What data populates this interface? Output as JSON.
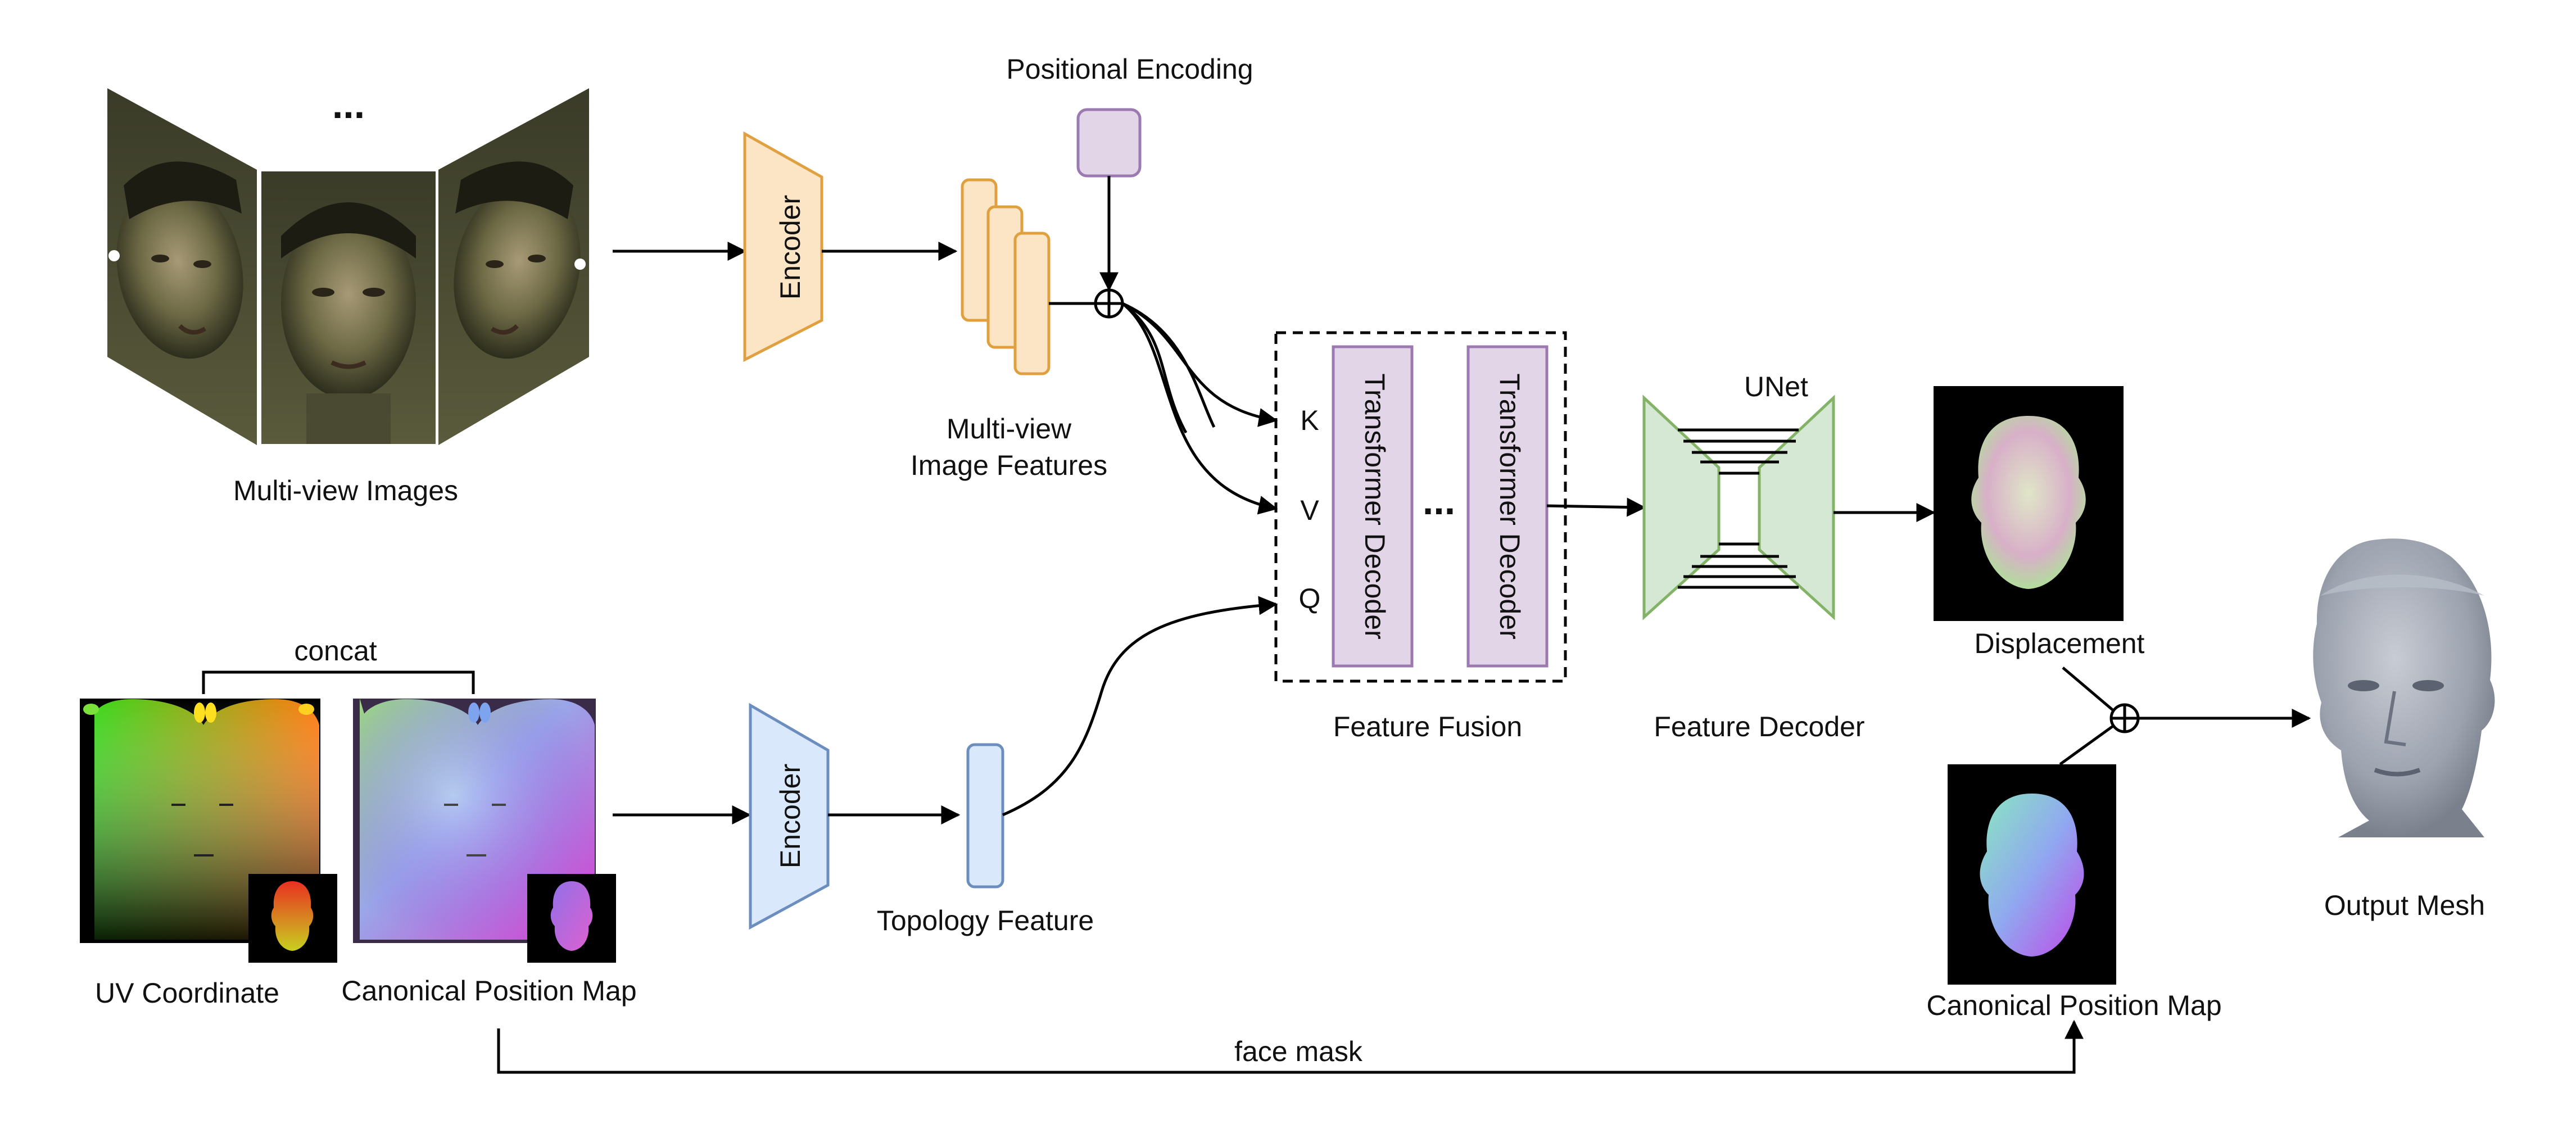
{
  "labels": {
    "multi_view_images": "Multi-view Images",
    "ellipsis_views": "...",
    "encoder_top": "Encoder",
    "multi_view_features_line1": "Multi-view",
    "multi_view_features_line2": "Image Features",
    "positional_encoding": "Positional Encoding",
    "k": "K",
    "v": "V",
    "q": "Q",
    "transformer_decoder_1": "Transformer Decoder",
    "transformer_decoder_2": "Transformer Decoder",
    "ellipsis_decoders": "...",
    "feature_fusion": "Feature Fusion",
    "unet": "UNet",
    "feature_decoder": "Feature Decoder",
    "displacement": "Displacement",
    "canonical_position_map_right": "Canonical Position Map",
    "output_mesh": "Output Mesh",
    "concat": "concat",
    "uv_coordinate": "UV Coordinate",
    "canonical_position_map_left": "Canonical Position Map",
    "encoder_bottom": "Encoder",
    "topology_feature": "Topology Feature",
    "face_mask": "face mask"
  },
  "colors": {
    "encoder_top_fill": "#fbe5c4",
    "encoder_top_stroke": "#e0a040",
    "positional_fill": "#e2d5e8",
    "positional_stroke": "#9a7ab0",
    "transformer_fill": "#e2d5e8",
    "transformer_stroke": "#9a7ab0",
    "encoder_bottom_fill": "#dae8fc",
    "encoder_bottom_stroke": "#6c8ebf",
    "unet_fill": "#d5e8d4",
    "unet_stroke": "#82b366"
  }
}
